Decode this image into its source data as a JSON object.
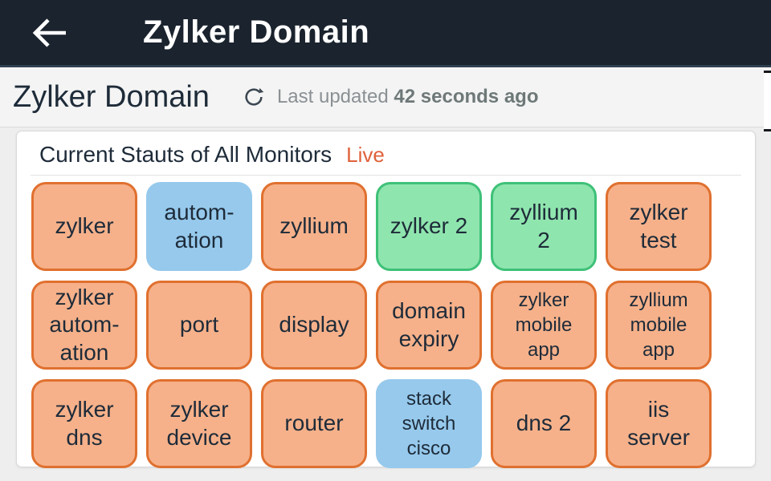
{
  "app_bar": {
    "title": "Zylker Domain",
    "back_icon": "arrow-left-icon"
  },
  "toolbar": {
    "title": "Zylker Domain",
    "refresh_icon": "refresh-icon",
    "last_updated_label": "Last updated",
    "last_updated_value": "42 seconds ago"
  },
  "panel": {
    "title": "Current Stauts of All Monitors",
    "live_label": "Live"
  },
  "monitors": [
    {
      "label": "zylker",
      "status": "trouble"
    },
    {
      "label": "autom-\nation",
      "status": "maintenance"
    },
    {
      "label": "zyllium",
      "status": "trouble"
    },
    {
      "label": "zylker 2",
      "status": "up"
    },
    {
      "label": "zyllium\n2",
      "status": "up"
    },
    {
      "label": "zylker\ntest",
      "status": "trouble"
    },
    {
      "label": "zylker\nautom-\nation",
      "status": "trouble"
    },
    {
      "label": "port",
      "status": "trouble"
    },
    {
      "label": "display",
      "status": "trouble"
    },
    {
      "label": "domain\nexpiry",
      "status": "trouble"
    },
    {
      "label": "zylker\nmobile\napp",
      "status": "trouble",
      "small": true
    },
    {
      "label": "zyllium\nmobile\napp",
      "status": "trouble",
      "small": true
    },
    {
      "label": "zylker\ndns",
      "status": "trouble"
    },
    {
      "label": "zylker\ndevice",
      "status": "trouble"
    },
    {
      "label": "router",
      "status": "trouble"
    },
    {
      "label": "stack\nswitch\ncisco",
      "status": "maintenance",
      "small": true
    },
    {
      "label": "dns 2",
      "status": "trouble"
    },
    {
      "label": "iis\nserver",
      "status": "trouble"
    }
  ],
  "colors": {
    "app_bar_bg": "#1A232E",
    "app_bar_accent": "#2F3F4F",
    "toolbar_bg": "#F4F4F4",
    "page_bg": "#EEEEEE",
    "card_bg": "#FFFFFF",
    "card_border": "#D9D9D9",
    "divider": "#DCDCDC",
    "text_dark": "#1E2B39",
    "text_gray": "#8A9094",
    "text_gray_bold": "#6E7878",
    "live": "#E0613B",
    "trouble_bg": "#F6B18A",
    "trouble_border": "#E0702F",
    "maintenance_bg": "#96C9EC",
    "up_bg": "#8FE5AE",
    "up_border": "#3EC178"
  }
}
